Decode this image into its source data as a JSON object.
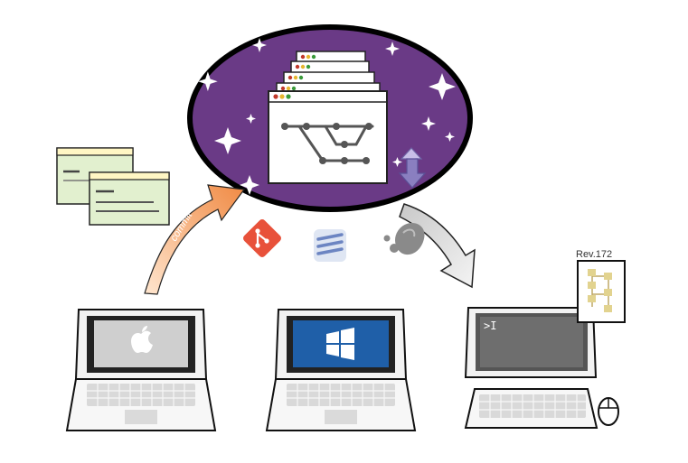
{
  "diagram": {
    "arrow_label": "commit",
    "revision_label": "Rev.172",
    "terminal_prompt": ">I"
  },
  "colors": {
    "cloud_fill": "#6a3a86",
    "commit_arrow": "#f29a5a",
    "git_icon": "#e8513a",
    "windows_screen": "#1f5fa8",
    "terminal_screen": "#6e6e6e",
    "sync_arrows": "#9a8fc8"
  },
  "icons": [
    "git-icon",
    "subversion-icon",
    "mercurial-icon",
    "apple-logo-icon",
    "windows-logo-icon",
    "terminal-prompt-icon"
  ]
}
